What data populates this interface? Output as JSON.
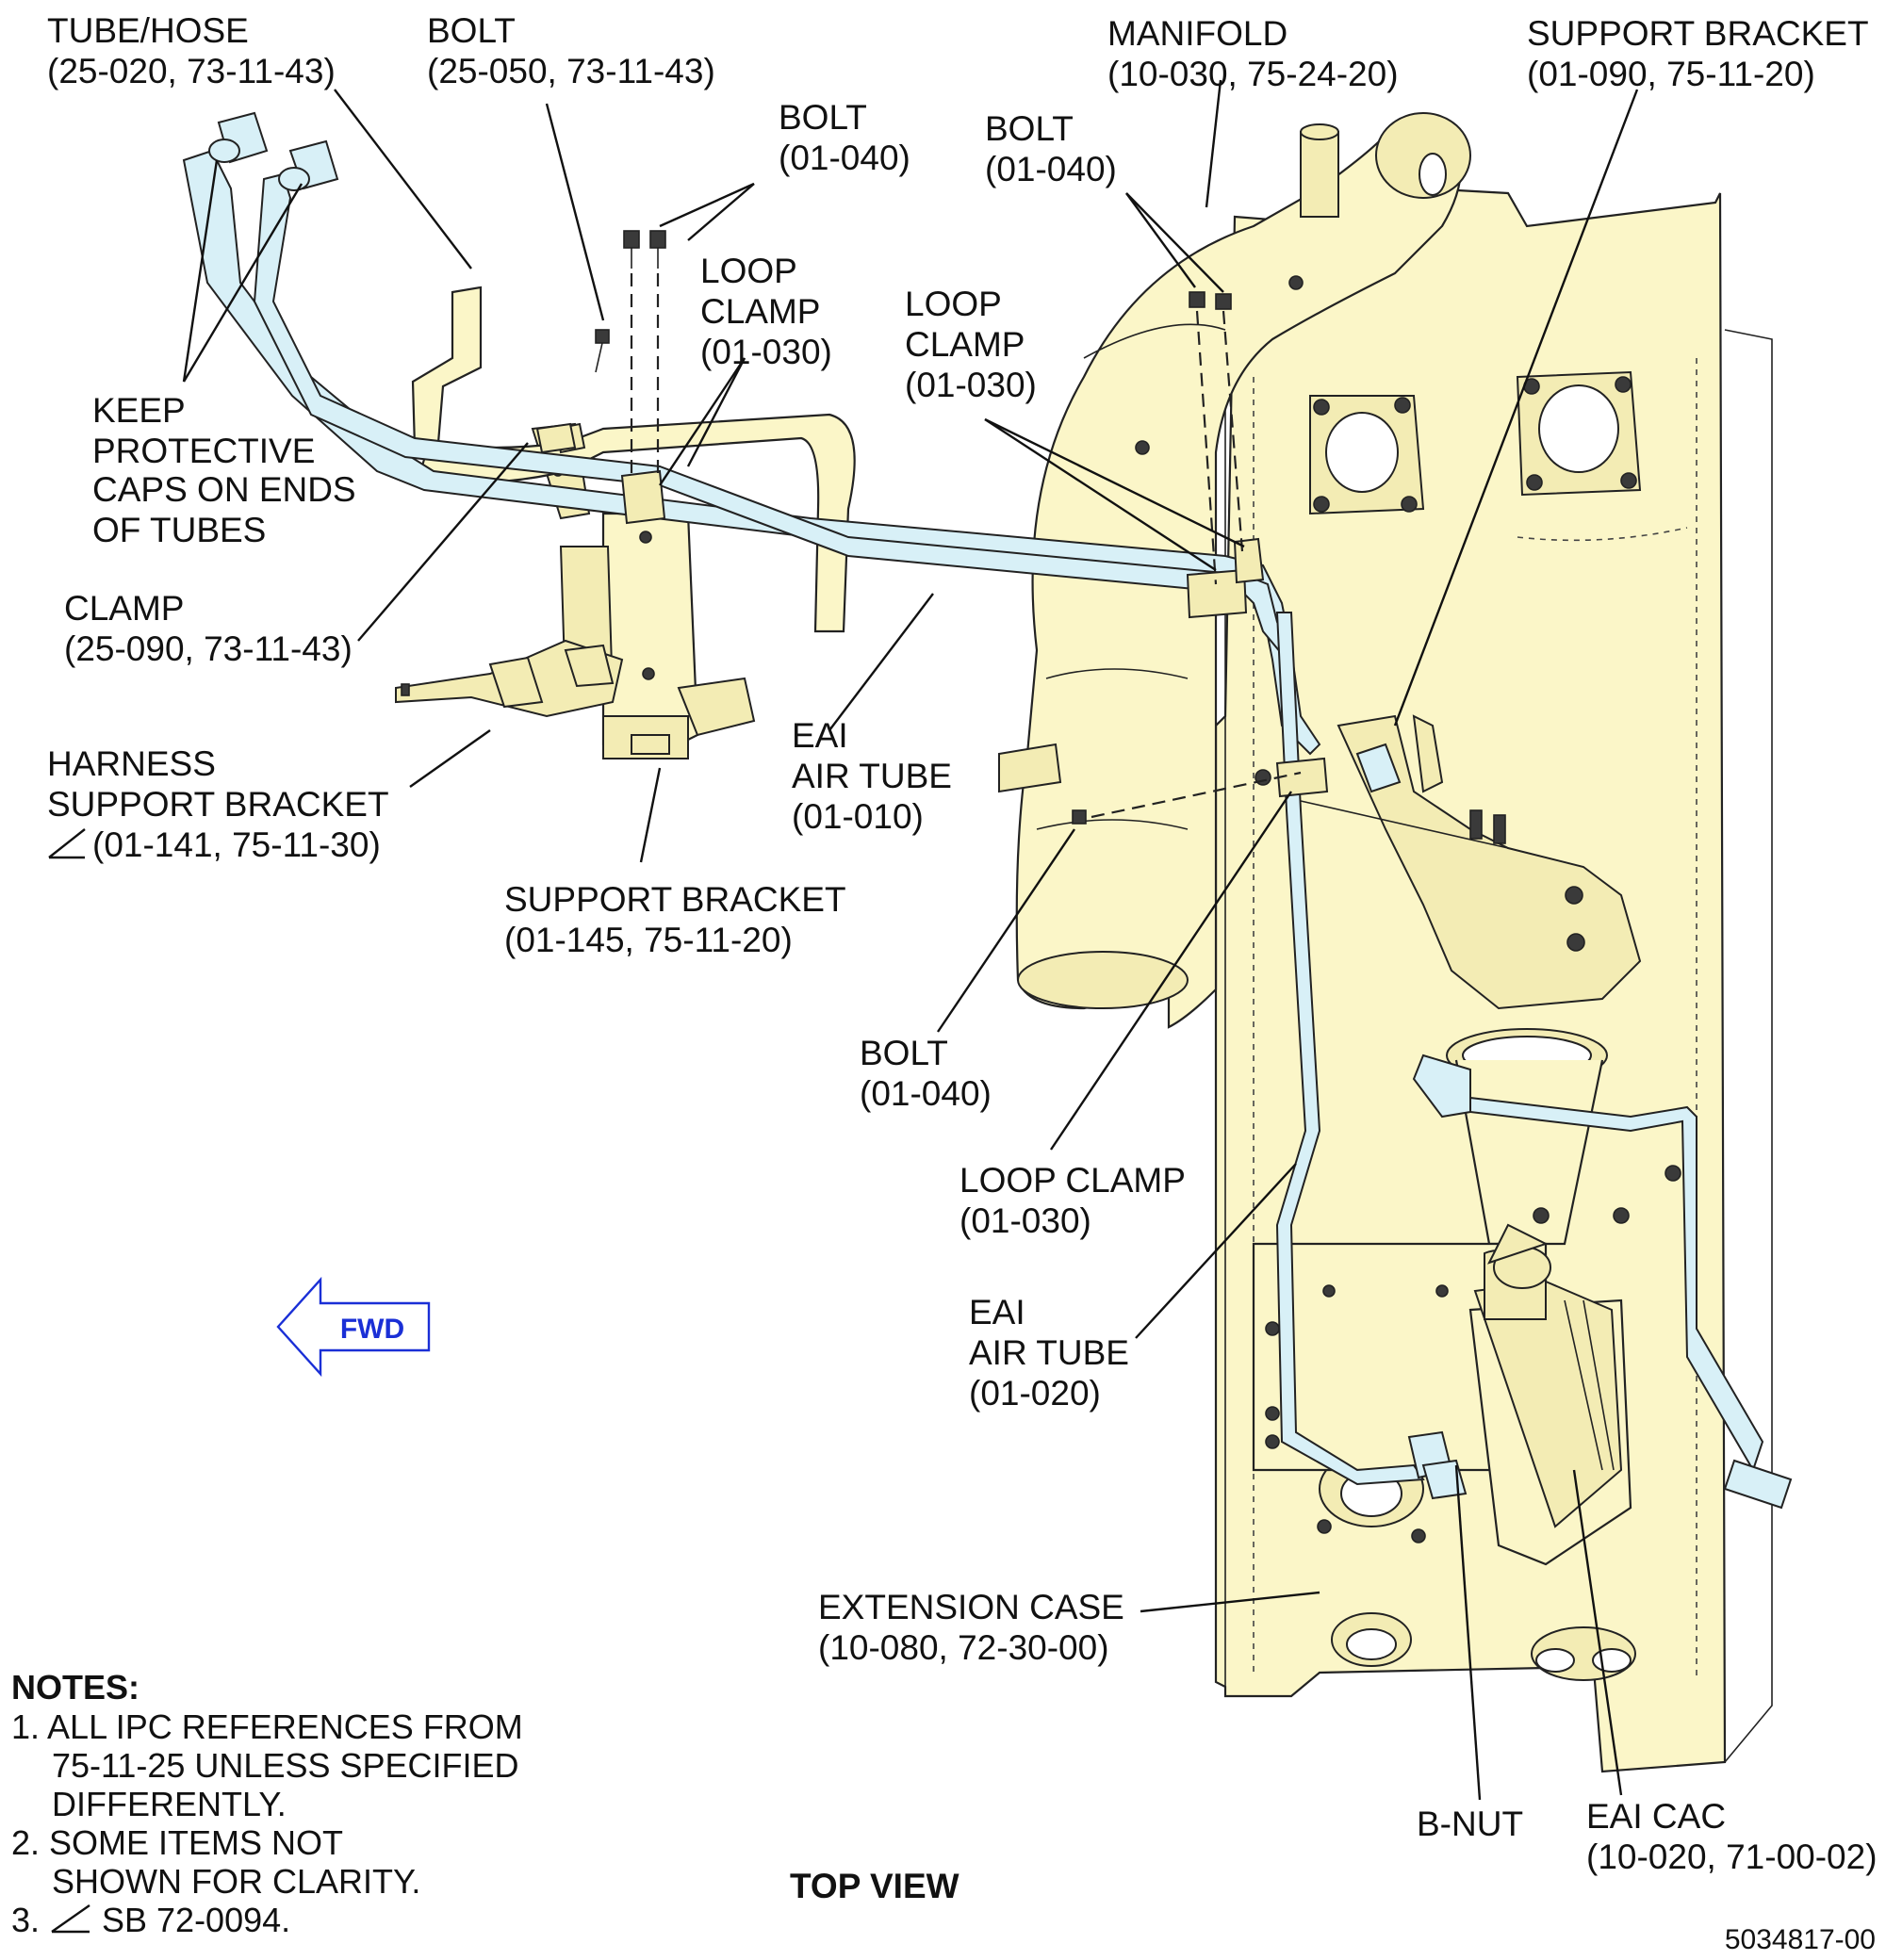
{
  "labels": {
    "tube_hose": [
      "TUBE/HOSE",
      "(25-020, 73-11-43)"
    ],
    "bolt_25_050": [
      "BOLT",
      "(25-050, 73-11-43)"
    ],
    "bolt_top": [
      "BOLT",
      "(01-040)"
    ],
    "loop_clamp_top": [
      "LOOP",
      "CLAMP",
      "(01-030)"
    ],
    "bolt_manifold": [
      "BOLT",
      "(01-040)"
    ],
    "loop_clamp_mid": [
      "LOOP",
      "CLAMP",
      "(01-030)"
    ],
    "manifold": [
      "MANIFOLD",
      "(10-030, 75-24-20)"
    ],
    "support_bracket_top": [
      "SUPPORT BRACKET",
      "(01-090, 75-11-20)"
    ],
    "keep_caps": [
      "KEEP",
      "PROTECTIVE",
      "CAPS ON ENDS",
      "OF TUBES"
    ],
    "clamp": [
      "CLAMP",
      "(25-090, 73-11-43)"
    ],
    "harness_bracket": [
      "HARNESS",
      "SUPPORT BRACKET",
      "(01-141, 75-11-30)"
    ],
    "support_bracket_bottom": [
      "SUPPORT BRACKET",
      "(01-145, 75-11-20)"
    ],
    "eai_air_tube_010": [
      "EAI",
      "AIR TUBE",
      "(01-010)"
    ],
    "bolt_lower": [
      "BOLT",
      "(01-040)"
    ],
    "loop_clamp_lower": [
      "LOOP CLAMP",
      "(01-030)"
    ],
    "eai_air_tube_020": [
      "EAI",
      "AIR TUBE",
      "(01-020)"
    ],
    "extension_case": [
      "EXTENSION CASE",
      "(10-080, 72-30-00)"
    ],
    "b_nut": "B-NUT",
    "eai_cac": [
      "EAI CAC",
      "(10-020, 71-00-02)"
    ],
    "fwd": "FWD",
    "top_view": "TOP VIEW",
    "figure_id": "5034817-00"
  },
  "notes": {
    "title": "NOTES:",
    "lines": [
      "1. ALL IPC REFERENCES FROM",
      "75-11-25 UNLESS SPECIFIED",
      "DIFFERENTLY.",
      "2. SOME ITEMS NOT",
      "SHOWN FOR CLARITY.",
      "3.",
      "SB 72-0094."
    ]
  },
  "colors": {
    "part_fill": "#fbf6c8",
    "tube_fill": "#d8f0f7",
    "fwd_arrow": "#1a2fd6",
    "line": "#111111"
  },
  "icons": {
    "effectivity": "triangle-flag-icon",
    "forward": "fwd-arrow-icon"
  }
}
